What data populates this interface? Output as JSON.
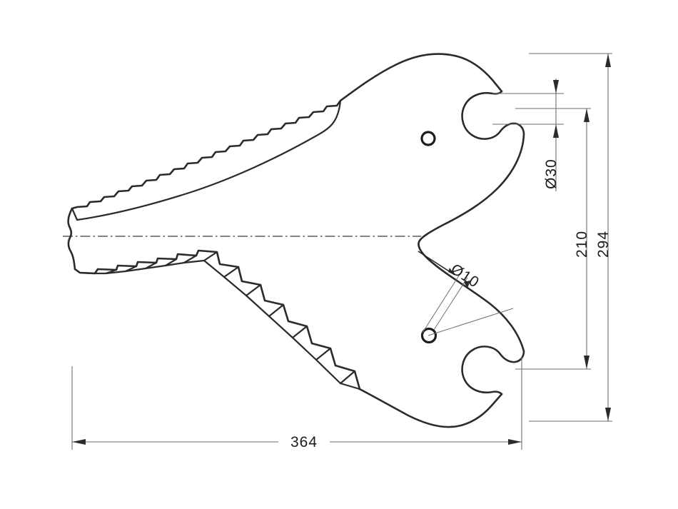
{
  "drawing": {
    "title": "Serrated Bale Knife Blade Technical Drawing",
    "background_color": "#ffffff",
    "line_color": "#2b2b2b",
    "dimension_color": "#6e6e6e",
    "view": "plan-view",
    "units": "mm"
  },
  "dimensions": {
    "overall_length": {
      "label": "364",
      "orientation": "horizontal",
      "position": "bottom",
      "arrows": "both-ends-inward"
    },
    "overall_height": {
      "label": "294",
      "orientation": "vertical-rotated",
      "position": "right-outer",
      "arrows": "both-ends"
    },
    "hook_center_height": {
      "label": "210",
      "orientation": "vertical-rotated",
      "position": "right-inner",
      "arrows": "both-ends"
    },
    "hook_diameter": {
      "label": "Ø30",
      "orientation": "vertical-rotated",
      "position": "right-upper",
      "arrows": "inward-pair"
    },
    "hole_diameter": {
      "label": "Ø10",
      "orientation": "angled",
      "position": "lower-center",
      "arrows": "leader-with-arrow"
    }
  },
  "features": {
    "upper_blade": {
      "name": "upper-serrated-edge",
      "description": "stair-step serrated cutting edge"
    },
    "lower_blade": {
      "name": "lower-serrated-edge",
      "description": "box-tooth serrated cutting edge"
    },
    "center_hole": {
      "name": "center-mounting-hole"
    },
    "lower_hole": {
      "name": "lower-mounting-hole"
    },
    "upper_hook": {
      "name": "upper-mounting-hook-slot"
    },
    "lower_hook": {
      "name": "lower-mounting-hook-slot"
    },
    "centerline": {
      "name": "horizontal-centerline"
    }
  }
}
